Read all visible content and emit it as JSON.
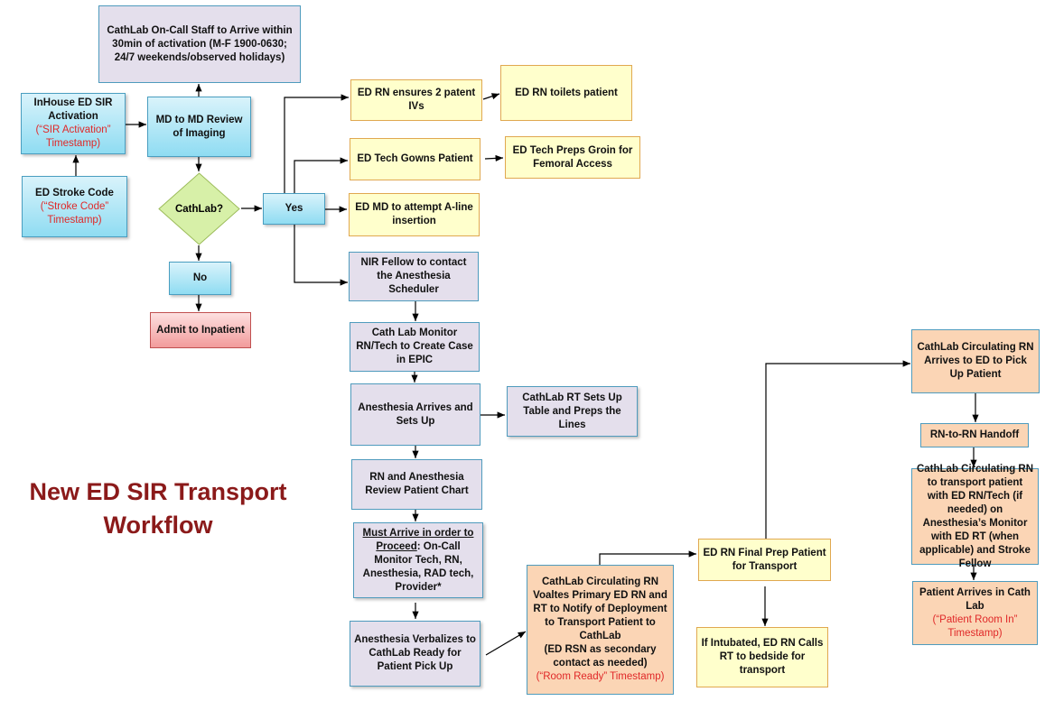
{
  "title": "New ED SIR Transport Workflow",
  "colors": {
    "title": "#8b1a1a",
    "timestamp": "#e02828",
    "cyan": "#8fdcf2",
    "lavender": "#e4dfec",
    "yellow": "#ffffcc",
    "orange": "#fbd5b5",
    "red": "#f29b9b",
    "diamond": "#d7f0a8"
  },
  "nodes": {
    "oncall": "CathLab On-Call Staff to Arrive within 30min of activation (M-F 1900-0630; 24/7 weekends/observed holidays)",
    "inhouse": {
      "text": "InHouse ED SIR Activation",
      "ts": "(“SIR Activation” Timestamp)"
    },
    "md_review": "MD to MD Review of Imaging",
    "stroke_code": {
      "text": "ED Stroke Code",
      "ts": "(“Stroke Code” Timestamp)"
    },
    "decision": "CathLab?",
    "yes": "Yes",
    "no": "No",
    "admit": "Admit to Inpatient",
    "rn_ivs": "ED RN ensures 2 patent IVs",
    "rn_toilets": "ED RN toilets patient",
    "tech_gowns": "ED Tech Gowns Patient",
    "tech_preps": "ED Tech Preps Groin for Femoral Access",
    "md_aline": "ED MD to attempt A-line insertion",
    "nir_fellow": "NIR Fellow to contact the Anesthesia Scheduler",
    "monitor_case": "Cath Lab Monitor RN/Tech to Create Case in EPIC",
    "anesthesia_arrives": "Anesthesia Arrives and Sets Up",
    "rt_setup": "CathLab RT Sets Up Table and Preps the Lines",
    "review_chart": "RN and Anesthesia Review Patient Chart",
    "must_arrive": {
      "underlined": "Must Arrive in order to Proceed",
      "text": ": On-Call Monitor Tech, RN, Anesthesia, RAD tech, Provider*"
    },
    "verbalizes": "Anesthesia Verbalizes to CathLab Ready for Patient Pick Up",
    "voaltes": {
      "text": "CathLab Circulating RN Voaltes Primary ED RN and RT to Notify of Deployment to Transport Patient to CathLab",
      "sub": "(ED RSN as secondary contact as needed)",
      "ts": "(“Room Ready” Timestamp)"
    },
    "final_prep": "ED RN Final Prep Patient for Transport",
    "intubated": "If Intubated, ED RN Calls RT to bedside for transport",
    "circ_arrives": "CathLab Circulating RN Arrives to ED to Pick Up Patient",
    "handoff": "RN-to-RN Handoff",
    "circ_transport": "CathLab Circulating RN to transport patient with ED RN/Tech (if needed) on Anesthesia’s Monitor with ED RT (when applicable) and Stroke Fellow",
    "arrives_cathlab": {
      "text": "Patient Arrives in Cath Lab",
      "ts": "(“Patient Room In” Timestamp)"
    }
  }
}
